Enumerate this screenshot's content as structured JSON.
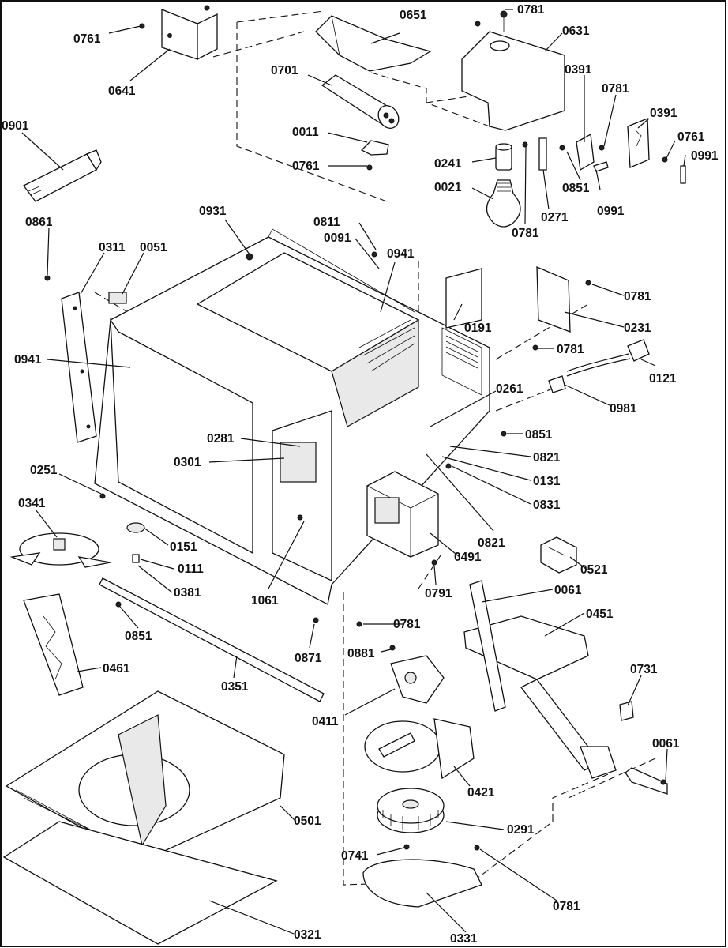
{
  "labels": [
    "0761",
    "0641",
    "0651",
    "0781",
    "0631",
    "0701",
    "0391",
    "0781",
    "0391",
    "0761",
    "0991",
    "0011",
    "0761",
    "0241",
    "0271",
    "0851",
    "0991",
    "0021",
    "0781",
    "0901",
    "0861",
    "0311",
    "0051",
    "0931",
    "0811",
    "0091",
    "0941",
    "0191",
    "0781",
    "0231",
    "0941",
    "0781",
    "0121",
    "0261",
    "0981",
    "0281",
    "0851",
    "0301",
    "0821",
    "0131",
    "0831",
    "0251",
    "0341",
    "0151",
    "0111",
    "0821",
    "0491",
    "0521",
    "0381",
    "1061",
    "0791",
    "0061",
    "0451",
    "0781",
    "0851",
    "0871",
    "0881",
    "0461",
    "0351",
    "0731",
    "0411",
    "0061",
    "0421",
    "0501",
    "0291",
    "0741",
    "0781",
    "0321",
    "0331"
  ]
}
